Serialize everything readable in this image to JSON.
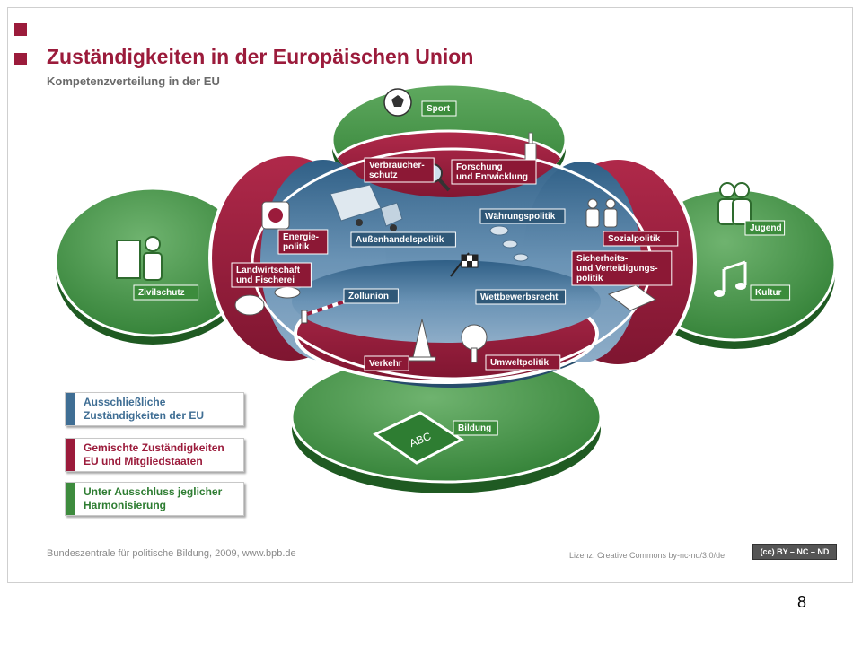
{
  "header": {
    "title": "Zuständigkeiten in der Europäischen Union",
    "subtitle": "Kompetenzverteilung in der EU"
  },
  "colors": {
    "exclusive": "#3f6e94",
    "mixed": "#9b1b3b",
    "harmonisation_excluded": "#3d8b3d",
    "accent": "#9b1b3b"
  },
  "diagram": {
    "exclusive": [
      "Außenhandelspolitik",
      "Währungspolitik",
      "Zollunion",
      "Wettbewerbsrecht"
    ],
    "mixed": [
      "Verbraucherschutz",
      "Forschung und Entwicklung",
      "Energiepolitik",
      "Landwirtschaft und Fischerei",
      "Sozialpolitik",
      "Sicherheits- und Verteidigungspolitik",
      "Verkehr",
      "Umweltpolitik"
    ],
    "harmonisation_excluded": [
      "Sport",
      "Zivilschutz",
      "Jugend",
      "Kultur",
      "Bildung"
    ]
  },
  "labels": {
    "sport": "Sport",
    "verbraucher": "Verbraucher-\nschutz",
    "forschung": "Forschung\nund Entwicklung",
    "aussenhandel": "Außenhandelspolitik",
    "waehrung": "Währungspolitik",
    "energie": "Energie-\npolitik",
    "landwirtschaft": "Landwirtschaft\nund Fischerei",
    "zivilschutz": "Zivilschutz",
    "zollunion": "Zollunion",
    "wettbewerb": "Wettbewerbsrecht",
    "sozial": "Sozialpolitik",
    "sicherheit": "Sicherheits-\nund Verteidigungs-\npolitik",
    "jugend": "Jugend",
    "kultur": "Kultur",
    "verkehr": "Verkehr",
    "umwelt": "Umweltpolitik",
    "bildung": "Bildung"
  },
  "icons": {
    "sport": "soccer-ball-icon",
    "forschung": "lab-flask-icon",
    "verbraucher": "magnifier-icon",
    "aussenhandel": "truck-icon",
    "waehrung": "coins-icon",
    "energie": "power-plug-icon",
    "landwirtschaft": "cow-fish-icon",
    "zivilschutz": "person-shield-icon",
    "zollunion": "barrier-icon",
    "wettbewerb": "checkered-flag-icon",
    "sozial": "people-icon",
    "sicherheit": "police-car-icon",
    "jugend": "youth-icon",
    "kultur": "music-note-icon",
    "verkehr": "traffic-cone-icon",
    "umwelt": "tree-icon",
    "bildung": "chalkboard-icon",
    "bildung_board_text": "ABC"
  },
  "legend": [
    {
      "text": "Ausschließliche\nZuständigkeiten der EU",
      "color": "#3f6e94"
    },
    {
      "text": "Gemischte Zuständigkeiten\nEU und Mitgliedstaaten",
      "color": "#9b1b3b"
    },
    {
      "text": "Unter Ausschluss jeglicher\nHarmonisierung",
      "color": "#3d8b3d"
    }
  ],
  "footer": {
    "source": "Bundeszentrale für politische Bildung, 2009, www.bpb.de",
    "license": "Lizenz: Creative Commons by-nc-nd/3.0/de",
    "badge": "(cc) BY – NC – ND"
  },
  "page_number": "8"
}
